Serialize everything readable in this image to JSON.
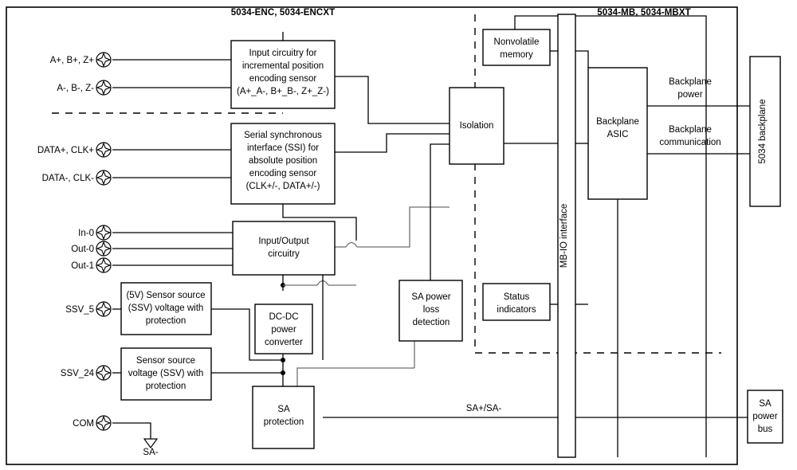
{
  "diagram": {
    "title_left": "5034-ENC, 5034-ENCXT",
    "title_right": "5034-MB, 5034-MBXT",
    "colors": {
      "line": "#000000",
      "line_secondary": "#6f6f6f",
      "background": "#ffffff"
    }
  },
  "pins": [
    {
      "label": "A+, B+, Z+"
    },
    {
      "label": "A-, B-, Z-"
    },
    {
      "label": "DATA+, CLK+"
    },
    {
      "label": "DATA-, CLK-"
    },
    {
      "label": "In-0"
    },
    {
      "label": "Out-0"
    },
    {
      "label": "Out-1"
    },
    {
      "label": "SSV_5"
    },
    {
      "label": "SSV_24"
    },
    {
      "label": "COM"
    }
  ],
  "blocks": {
    "incremental": {
      "lines": [
        "Input circuitry for",
        "incremental position",
        "encoding sensor",
        "(A+_A-, B+_B-, Z+_Z-)"
      ]
    },
    "ssi": {
      "lines": [
        "Serial synchronous",
        "interface (SSI) for",
        "absolute position",
        "encoding sensor",
        "(CLK+/-, DATA+/-)"
      ]
    },
    "io": {
      "lines": [
        "Input/Output",
        "circuitry"
      ]
    },
    "ssv5": {
      "lines": [
        "(5V) Sensor source",
        "(SSV) voltage with",
        "protection"
      ]
    },
    "ssv24": {
      "lines": [
        "Sensor source",
        "voltage (SSV) with",
        "protection"
      ]
    },
    "dcdc": {
      "lines": [
        "DC-DC",
        "power",
        "converter"
      ]
    },
    "sa_protection": {
      "lines": [
        "SA",
        "protection"
      ]
    },
    "sa_power_loss": {
      "lines": [
        "SA power",
        "loss",
        "detection"
      ]
    },
    "isolation": {
      "lines": [
        "Isolation"
      ]
    },
    "nvm": {
      "lines": [
        "Nonvolatile",
        "memory"
      ]
    },
    "status": {
      "lines": [
        "Status",
        "indicators"
      ]
    },
    "asic": {
      "lines": [
        "Backplane",
        "ASIC"
      ]
    },
    "mbio": {
      "label": "MB-IO interface"
    },
    "backplane": {
      "label": "5034 backplane"
    },
    "sa_power_bus": {
      "lines": [
        "SA",
        "power",
        "bus"
      ]
    }
  },
  "wire_labels": {
    "backplane_power": [
      "Backplane",
      "power"
    ],
    "backplane_communication": [
      "Backplane",
      "communication"
    ],
    "sa_bus": "SA+/SA-",
    "sa_minus": "SA-"
  }
}
